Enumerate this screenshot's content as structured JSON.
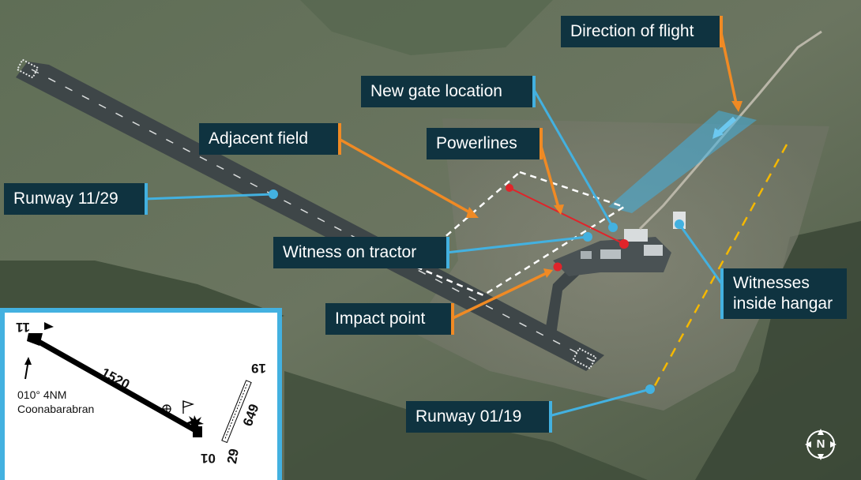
{
  "labels": {
    "direction_of_flight": "Direction of flight",
    "new_gate_location": "New gate location",
    "adjacent_field": "Adjacent field",
    "powerlines": "Powerlines",
    "runway_11_29": "Runway 11/29",
    "witness_on_tractor": "Witness on tractor",
    "witnesses_inside_hangar_line1": "Witnesses",
    "witnesses_inside_hangar_line2": "inside hangar",
    "impact_point": "Impact point",
    "runway_01_19": "Runway 01/19"
  },
  "inset": {
    "runway_end_11": "11",
    "runway_end_29": "29",
    "runway_end_01": "01",
    "runway_end_19": "19",
    "main_runway_length": "1520",
    "cross_runway_length": "649",
    "nav_direction": "010° 4NM",
    "nav_place": "Coonabarabran"
  },
  "compass": {
    "north_label": "N"
  },
  "colors": {
    "label_bg": "#0f3340",
    "label_text": "#ffffff",
    "accent_blue": "#43b1e0",
    "accent_orange": "#f08a24",
    "powerline_red": "#e0242a",
    "runway_dash": "#f5b800"
  }
}
